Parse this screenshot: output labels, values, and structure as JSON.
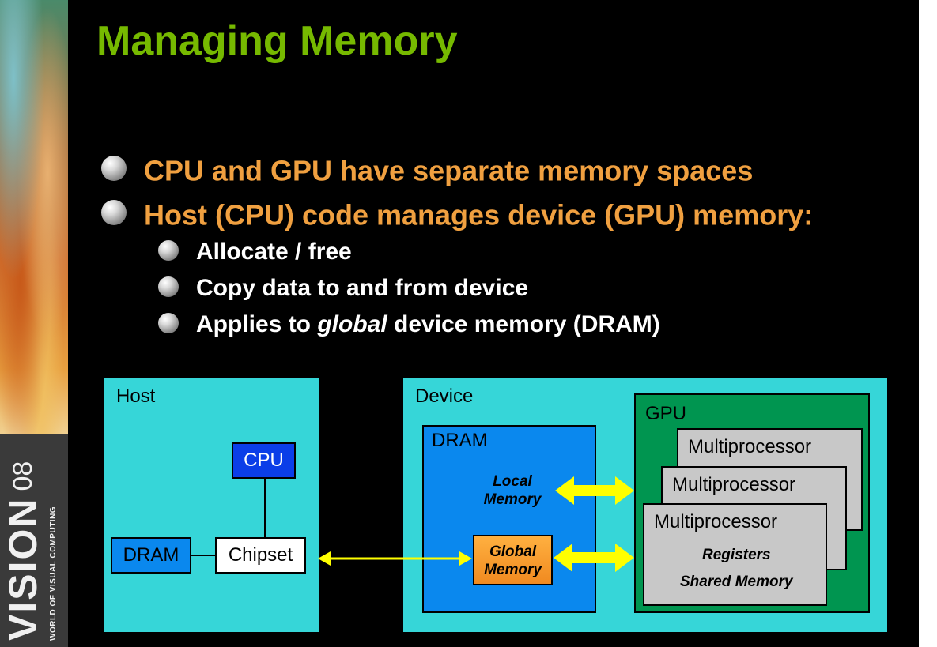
{
  "slide": {
    "title": "Managing Memory",
    "bullets": [
      "CPU and GPU have separate memory spaces",
      "Host (CPU) code manages device (GPU) memory:"
    ],
    "sub_bullets": [
      {
        "text": "Allocate / free"
      },
      {
        "text": "Copy data to and from device"
      },
      {
        "before": "Applies to ",
        "em": "global",
        "after": " device memory (DRAM)"
      }
    ]
  },
  "branding": {
    "logo_main": "VISION",
    "logo_number": "08",
    "logo_sub": "WORLD OF VISUAL COMPUTING"
  },
  "diagram": {
    "host": {
      "label": "Host",
      "cpu": "CPU",
      "dram": "DRAM",
      "chipset": "Chipset"
    },
    "device": {
      "label": "Device",
      "dram_label": "DRAM",
      "local_memory": [
        "Local",
        "Memory"
      ],
      "global_memory": [
        "Global",
        "Memory"
      ],
      "gpu_label": "GPU",
      "multiprocessor_label": "Multiprocessor",
      "registers": "Registers",
      "shared_memory": "Shared Memory"
    },
    "colors": {
      "panel": "#36d6d8",
      "cpu": "#0b3ee8",
      "dram": "#0a88ee",
      "gpu": "#009550",
      "multiprocessor": "#c8c8c8",
      "global_memory": "#f5a030",
      "arrow": "#ffff00"
    }
  },
  "colors": {
    "title": "#76b900",
    "bullet_level1": "#f0a040",
    "bullet_level2": "#ffffff",
    "background": "#000000"
  }
}
